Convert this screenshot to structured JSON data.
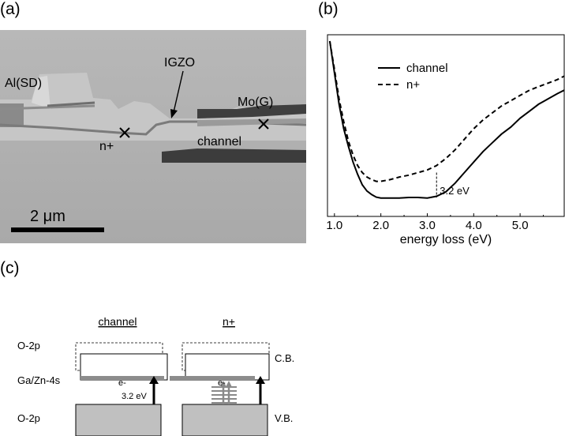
{
  "panels": {
    "a": "(a)",
    "b": "(b)",
    "c": "(c)"
  },
  "tem": {
    "labels": {
      "al_sd": "Al(SD)",
      "igzo": "IGZO",
      "mo_g": "Mo(G)",
      "n_plus": "n+",
      "channel": "channel"
    },
    "scale_bar": "2 μm",
    "colors": {
      "background": "#b3b3b3",
      "dark_layer": "#3c3c3c"
    }
  },
  "chart_data": {
    "type": "line",
    "xlabel": "energy loss (eV)",
    "xlim": [
      0.85,
      5.95
    ],
    "x_ticks": [
      1.0,
      2.0,
      3.0,
      4.0,
      5.0
    ],
    "x_tick_labels": [
      "1.0",
      "2.0",
      "3.0",
      "4.0",
      "5.0"
    ],
    "y_ticks_shown": false,
    "legend_position": "top-center",
    "series": [
      {
        "name": "channel",
        "style": "solid",
        "x": [
          0.9,
          1.0,
          1.1,
          1.2,
          1.3,
          1.4,
          1.5,
          1.6,
          1.7,
          1.8,
          1.9,
          2.0,
          2.2,
          2.4,
          2.6,
          2.8,
          3.0,
          3.2,
          3.4,
          3.6,
          3.8,
          4.0,
          4.2,
          4.4,
          4.6,
          4.8,
          5.0,
          5.2,
          5.4,
          5.6,
          5.8,
          5.95
        ],
        "y": [
          1.0,
          0.82,
          0.64,
          0.5,
          0.4,
          0.31,
          0.24,
          0.18,
          0.145,
          0.125,
          0.11,
          0.105,
          0.105,
          0.105,
          0.108,
          0.108,
          0.105,
          0.115,
          0.14,
          0.19,
          0.25,
          0.31,
          0.37,
          0.42,
          0.47,
          0.51,
          0.56,
          0.6,
          0.64,
          0.67,
          0.7,
          0.72
        ]
      },
      {
        "name": "n+",
        "style": "dashed",
        "x": [
          0.9,
          1.0,
          1.1,
          1.2,
          1.3,
          1.4,
          1.5,
          1.6,
          1.7,
          1.8,
          1.9,
          2.0,
          2.2,
          2.4,
          2.6,
          2.8,
          3.0,
          3.2,
          3.4,
          3.6,
          3.8,
          4.0,
          4.2,
          4.4,
          4.6,
          4.8,
          5.0,
          5.2,
          5.4,
          5.6,
          5.8,
          5.95
        ],
        "y": [
          1.0,
          0.84,
          0.67,
          0.54,
          0.43,
          0.35,
          0.29,
          0.25,
          0.225,
          0.21,
          0.2,
          0.2,
          0.21,
          0.225,
          0.235,
          0.25,
          0.265,
          0.29,
          0.33,
          0.38,
          0.44,
          0.5,
          0.55,
          0.59,
          0.63,
          0.66,
          0.69,
          0.72,
          0.74,
          0.76,
          0.78,
          0.8
        ]
      }
    ],
    "annotation": {
      "x": 3.2,
      "label": "3.2 eV"
    }
  },
  "band": {
    "headers": {
      "channel": "channel",
      "n_plus": "n+"
    },
    "labels": {
      "o2p_top": "O-2p",
      "ga_zn": "Ga/Zn-4s",
      "o2p_bottom": "O-2p",
      "cb": "C.B.",
      "vb": "V.B.",
      "electron_1": "e-",
      "electron_2": "e-",
      "gap": "3.2 eV"
    },
    "colors": {
      "vb_fill": "#c0c0c0",
      "arrow_gray": "#8a8a8a"
    }
  }
}
